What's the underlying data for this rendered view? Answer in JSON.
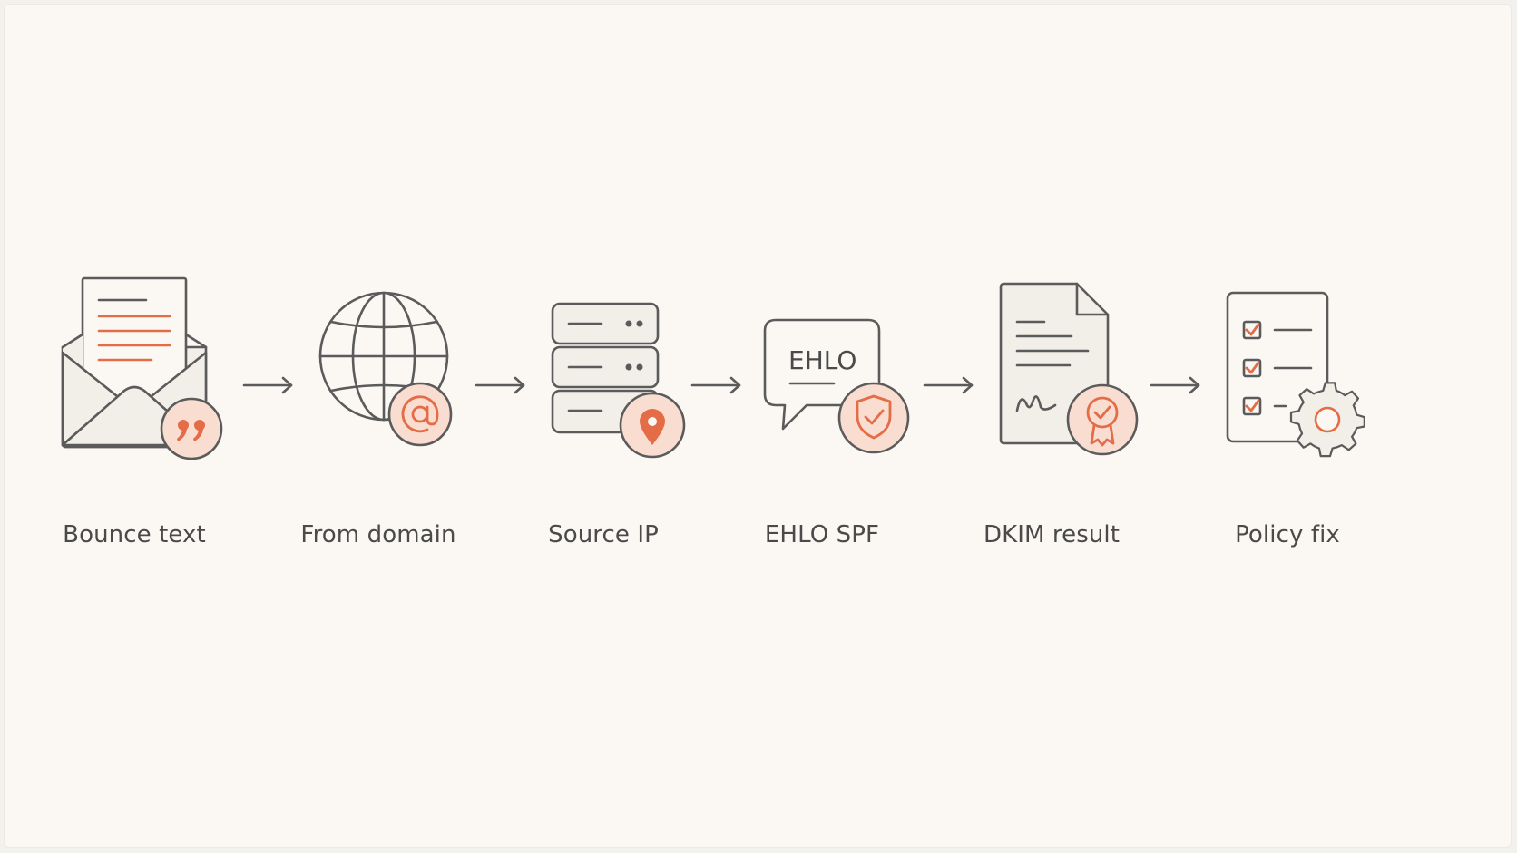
{
  "diagram": {
    "steps": [
      {
        "id": "bounce-text",
        "label": "Bounce text",
        "icon": "envelope-quote-icon"
      },
      {
        "id": "from-domain",
        "label": "From domain",
        "icon": "globe-at-icon"
      },
      {
        "id": "source-ip",
        "label": "Source IP",
        "icon": "server-location-icon"
      },
      {
        "id": "ehlo-spf",
        "label": "EHLO SPF",
        "icon": "speech-bubble-shield-icon",
        "bubble_text": "EHLO"
      },
      {
        "id": "dkim-result",
        "label": "DKIM result",
        "icon": "signed-document-award-icon"
      },
      {
        "id": "policy-fix",
        "label": "Policy fix",
        "icon": "checklist-gear-icon"
      }
    ],
    "connector": "arrow-right-icon",
    "colors": {
      "background": "#fbf8f4",
      "ink": "#5b5b5b",
      "accent": "#e46c46",
      "badge_fill": "#f9ddd0"
    }
  }
}
